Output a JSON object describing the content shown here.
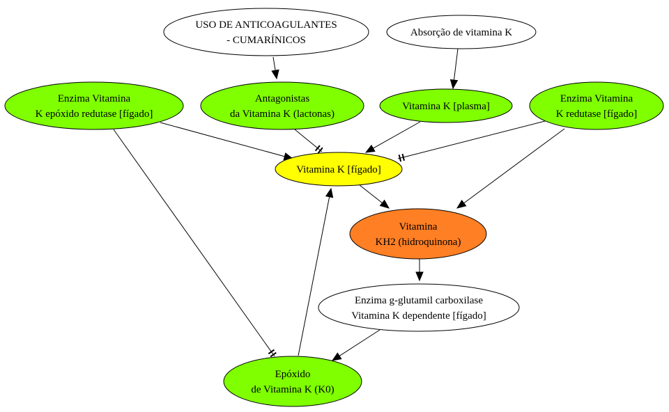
{
  "colors": {
    "green": "#7fff00",
    "yellow": "#ffff00",
    "orange": "#ff7f24",
    "white": "#ffffff",
    "stroke": "#000000"
  },
  "nodes": {
    "anticoagulantes": {
      "lines": [
        "USO DE ANTICOAGULANTES",
        "- CUMARÍNICOS"
      ],
      "fill": "white"
    },
    "absorcao": {
      "lines": [
        "Absorção de vitamina K"
      ],
      "fill": "white"
    },
    "epoxido_redutase": {
      "lines": [
        "Enzima Vitamina",
        "K epóxido redutase [fígado]"
      ],
      "fill": "green"
    },
    "antagonistas": {
      "lines": [
        "Antagonistas",
        "da Vitamina K (lactonas)"
      ],
      "fill": "green"
    },
    "vitk_plasma": {
      "lines": [
        "Vitamina K [plasma]"
      ],
      "fill": "green"
    },
    "redutase": {
      "lines": [
        "Enzima Vitamina",
        "K redutase [fígado]"
      ],
      "fill": "green"
    },
    "vitk_figado": {
      "lines": [
        "Vitamina K [fígado]"
      ],
      "fill": "yellow"
    },
    "kh2": {
      "lines": [
        "Vitamina",
        "KH2 (hidroquinona)"
      ],
      "fill": "orange"
    },
    "carboxilase": {
      "lines": [
        "Enzima g-glutamil carboxilase",
        "Vitamina K dependente [fígado]"
      ],
      "fill": "white"
    },
    "epoxido": {
      "lines": [
        "Epóxido",
        "de Vitamina K (K0)"
      ],
      "fill": "green"
    }
  },
  "edges": [
    {
      "from": "anticoagulantes",
      "to": "antagonistas",
      "type": "activates"
    },
    {
      "from": "absorcao",
      "to": "vitk_plasma",
      "type": "activates"
    },
    {
      "from": "epoxido_redutase",
      "to": "vitk_figado",
      "type": "activates"
    },
    {
      "from": "antagonistas",
      "to": "vitk_figado",
      "type": "inhibits"
    },
    {
      "from": "vitk_plasma",
      "to": "vitk_figado",
      "type": "activates"
    },
    {
      "from": "redutase",
      "to": "vitk_figado",
      "type": "inhibits"
    },
    {
      "from": "redutase",
      "to": "kh2",
      "type": "activates"
    },
    {
      "from": "vitk_figado",
      "to": "kh2",
      "type": "activates"
    },
    {
      "from": "kh2",
      "to": "carboxilase",
      "type": "activates"
    },
    {
      "from": "carboxilase",
      "to": "epoxido",
      "type": "activates"
    },
    {
      "from": "epoxido",
      "to": "vitk_figado",
      "type": "activates"
    },
    {
      "from": "epoxido_redutase",
      "to": "epoxido",
      "type": "inhibits"
    }
  ]
}
